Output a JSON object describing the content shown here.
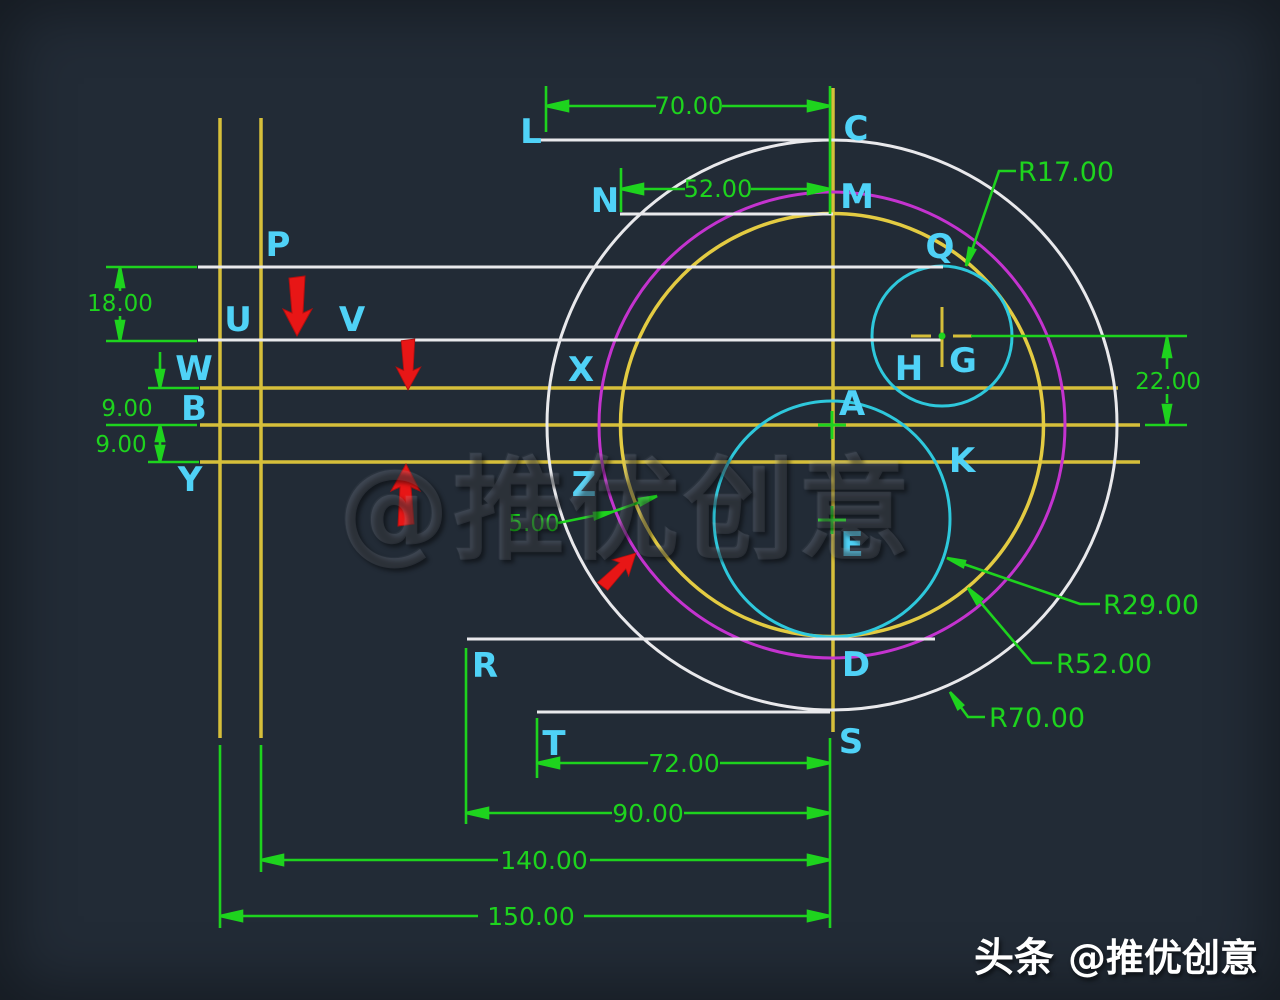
{
  "canvas": {
    "background": "#222b36"
  },
  "watermark": {
    "center_text": "@推优创意"
  },
  "credit": {
    "prefix": "头条",
    "handle": "@推优创意"
  },
  "points": [
    "L",
    "C",
    "N",
    "M",
    "P",
    "Q",
    "U",
    "V",
    "W",
    "X",
    "B",
    "A",
    "K",
    "Y",
    "Z",
    "E",
    "G",
    "H",
    "R",
    "T",
    "D",
    "S"
  ],
  "dims": {
    "h70": "70.00",
    "h52": "52.00",
    "v18": "18.00",
    "v9a": "9.00",
    "v9b": "9.00",
    "v22": "22.00",
    "lead5": "5.00",
    "h72": "72.00",
    "h90": "90.00",
    "h140": "140.00",
    "h150": "150.00",
    "r17": "R17.00",
    "r29": "R29.00",
    "r52": "R52.00",
    "r70": "R70.00"
  },
  "colors": {
    "construction_yellow": "#d6bf3a",
    "circle_yellow": "#e3cb42",
    "line_white": "#e9e9ec",
    "circle_magenta": "#c433cf",
    "circle_cyan": "#2ec8dc",
    "dimension_green": "#1ed31e",
    "label_cyan": "#4fd2f7",
    "arrow_red": "#e81616"
  },
  "entities": {
    "circles": [
      {
        "name": "outer-circle",
        "color": "white",
        "radius_label": "R70.00"
      },
      {
        "name": "middle-circle",
        "color": "yellow",
        "radius_label": "R52.00"
      },
      {
        "name": "offset-circle",
        "color": "magenta",
        "radius_label": ""
      },
      {
        "name": "lower-circle",
        "color": "cyan",
        "radius_label": "R29.00"
      },
      {
        "name": "small-circle",
        "color": "cyan",
        "radius_label": "R17.00"
      }
    ]
  }
}
